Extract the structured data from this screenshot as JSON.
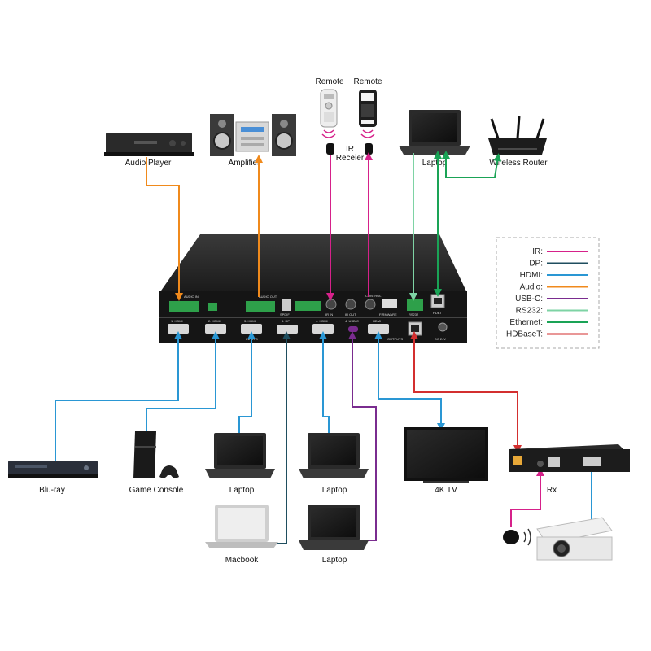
{
  "devices": {
    "audio_player": "Audio Player",
    "amplifier": "Amplifier",
    "remote_1": "Remote",
    "remote_2": "Remote",
    "ir_receiver_line1": "IR",
    "ir_receiver_line2": "Receier",
    "laptop_top": "Laptop",
    "wireless_router": "Wireless Router",
    "bluray": "Blu-ray",
    "game_console": "Game Console",
    "laptop_1": "Laptop",
    "laptop_2": "Laptop",
    "tv": "4K TV",
    "rx": "Rx",
    "macbook": "Macbook",
    "laptop_3": "Laptop"
  },
  "panel_labels": {
    "audio_in": "AUDIO IN",
    "audio_out": "AUDIO OUT",
    "control": "CONTROL",
    "hdmi1": "1. HDMI",
    "hdmi2": "2. HDMI",
    "hdmi3": "3. HDMI",
    "dp": "5. DP",
    "hdmi4": "4. HDMI",
    "usbc": "4. USB-C",
    "hdmi_out": "HDMI",
    "inputs": "INPUTS",
    "outputs": "OUTPUTS",
    "dc": "DC 24V",
    "spdif": "SPDIF",
    "ir_in": "IR IN",
    "ir_out": "IR OUT",
    "firmware": "FIRMWARE",
    "rs232": "RS232",
    "hdbt": "HDBT"
  },
  "legend": {
    "items": [
      {
        "label": "IR:",
        "color": "#d6218a"
      },
      {
        "label": "DP:",
        "color": "#1f4e5f"
      },
      {
        "label": "HDMI:",
        "color": "#2a97d4"
      },
      {
        "label": "Audio:",
        "color": "#f08a1c"
      },
      {
        "label": "USB-C:",
        "color": "#7a2c8f"
      },
      {
        "label": "RS232:",
        "color": "#7ed3a4"
      },
      {
        "label": "Ethernet:",
        "color": "#1aa356"
      },
      {
        "label": "HDBaseT:",
        "color": "#d32f2f"
      }
    ]
  },
  "colors": {
    "ir": "#d6218a",
    "dp": "#1f4e5f",
    "hdmi": "#2a97d4",
    "audio": "#f08a1c",
    "usbc": "#7a2c8f",
    "rs232": "#7ed3a4",
    "ethernet": "#1aa356",
    "hdbaset": "#d32f2f"
  }
}
